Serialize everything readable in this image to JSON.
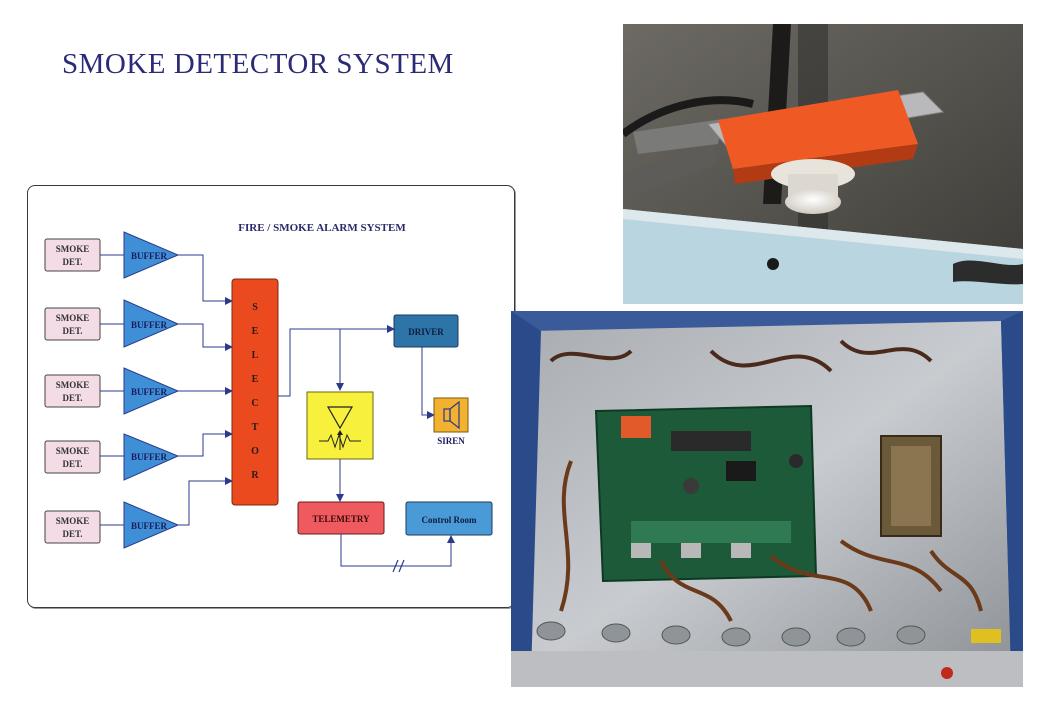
{
  "slide": {
    "title": "SMOKE DETECTOR SYSTEM"
  },
  "diagram": {
    "title": "FIRE / SMOKE ALARM SYSTEM",
    "detector_label_1": "SMOKE",
    "detector_label_2": "DET.",
    "buffer_label": "BUFFER",
    "selector_letters": [
      "S",
      "E",
      "L",
      "E",
      "C",
      "T",
      "O",
      "R"
    ],
    "driver_label": "DRIVER",
    "siren_label": "SIREN",
    "telemetry_label": "TELEMETRY",
    "control_room_label": "Control Room",
    "colors": {
      "detector_fill": "#f3dce6",
      "buffer_fill": "#3f8fd6",
      "selector_fill": "#ea4a1e",
      "driver_fill": "#2d74a8",
      "amplifier_fill": "#f7f13d",
      "siren_fill": "#f2b12e",
      "telemetry_fill": "#ef5a5e",
      "control_room_fill": "#4a9ad8",
      "wire": "#2b3a8c"
    }
  },
  "photos": {
    "top": {
      "subject": "smoke detector mounted on orange bracket"
    },
    "bottom": {
      "subject": "control box with circuit board and wiring"
    }
  }
}
